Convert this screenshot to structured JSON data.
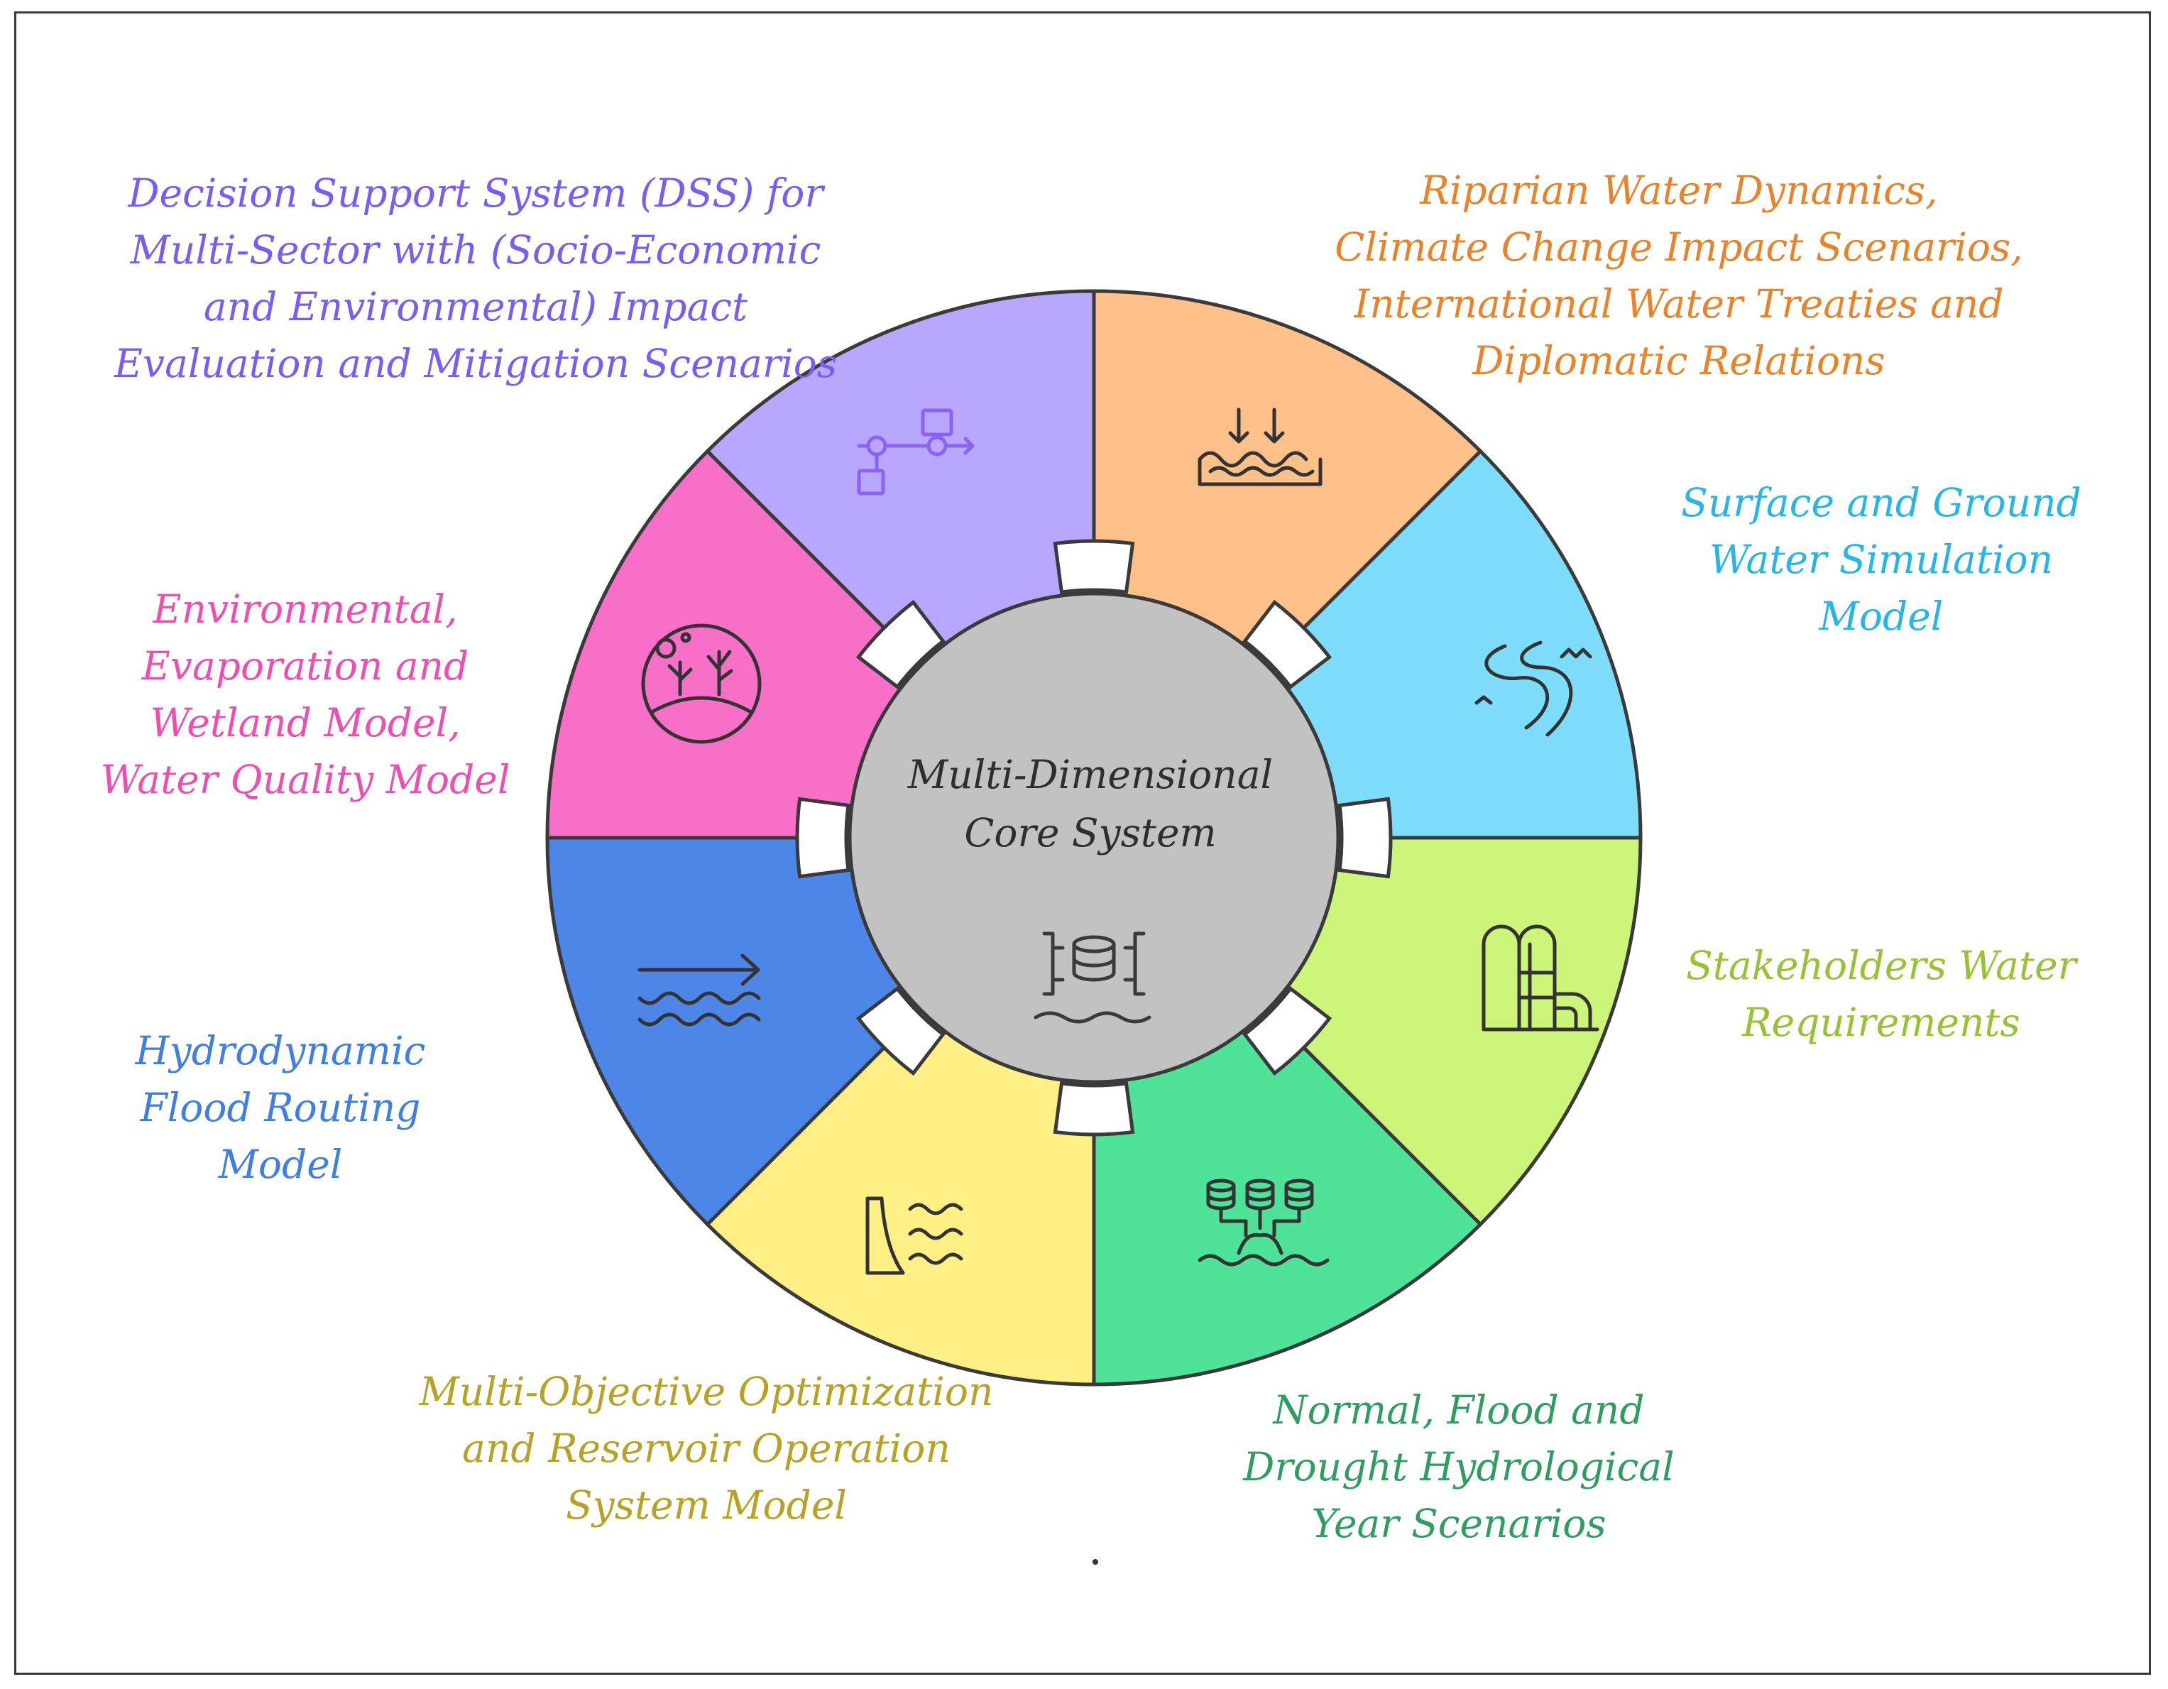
{
  "center": {
    "title": "Multi-Dimensional\nCore System",
    "fill": "#c2c2c2",
    "icon": "database-water-icon"
  },
  "segments": [
    {
      "id": "dss",
      "label": "Decision Support System (DSS) for\nMulti-Sector with (Socio-Economic\nand Environmental) Impact\nEvaluation and Mitigation Scenarios",
      "fill": "#b8a6ff",
      "text_color": "#7b5cf0",
      "icon": "flowchart-icon",
      "icon_color": "#8a64f0"
    },
    {
      "id": "riparian",
      "label": "Riparian Water Dynamics,\nClimate Change Impact Scenarios,\nInternational Water Treaties and\nDiplomatic Relations",
      "fill": "#ffc089",
      "text_color": "#e8832a",
      "icon": "water-inflow-icon",
      "icon_color": "#333333"
    },
    {
      "id": "surface",
      "label": "Surface and Ground\nWater Simulation\nModel",
      "fill": "#7dddfb",
      "text_color": "#27b5e6",
      "icon": "river-icon",
      "icon_color": "#333333"
    },
    {
      "id": "stakeholders",
      "label": "Stakeholders Water\nRequirements",
      "fill": "#cdf57a",
      "text_color": "#97c234",
      "icon": "water-tower-icon",
      "icon_color": "#333333"
    },
    {
      "id": "drought",
      "label": "Normal, Flood and\nDrought Hydrological\nYear Scenarios",
      "fill": "#4fe39a",
      "text_color": "#2e9d5f",
      "icon": "data-flood-icon",
      "icon_color": "#333333"
    },
    {
      "id": "optimization",
      "label": "Multi-Objective Optimization\nand Reservoir Operation\nSystem Model",
      "fill": "#fff086",
      "text_color": "#b8a226",
      "icon": "dam-icon",
      "icon_color": "#333333"
    },
    {
      "id": "flood",
      "label": "Hydrodynamic\nFlood Routing\nModel",
      "fill": "#4e86e8",
      "text_color": "#3f7fe0",
      "icon": "water-flow-icon",
      "icon_color": "#333333"
    },
    {
      "id": "environmental",
      "label": "Environmental,\nEvaporation and\nWetland Model,\nWater Quality Model",
      "fill": "#f76fc6",
      "text_color": "#ec4fb1",
      "icon": "wetland-icon",
      "icon_color": "#333333"
    }
  ],
  "misc": {
    "frame_color": "#3a3a3a",
    "outline_color": "#3a3a3a"
  }
}
